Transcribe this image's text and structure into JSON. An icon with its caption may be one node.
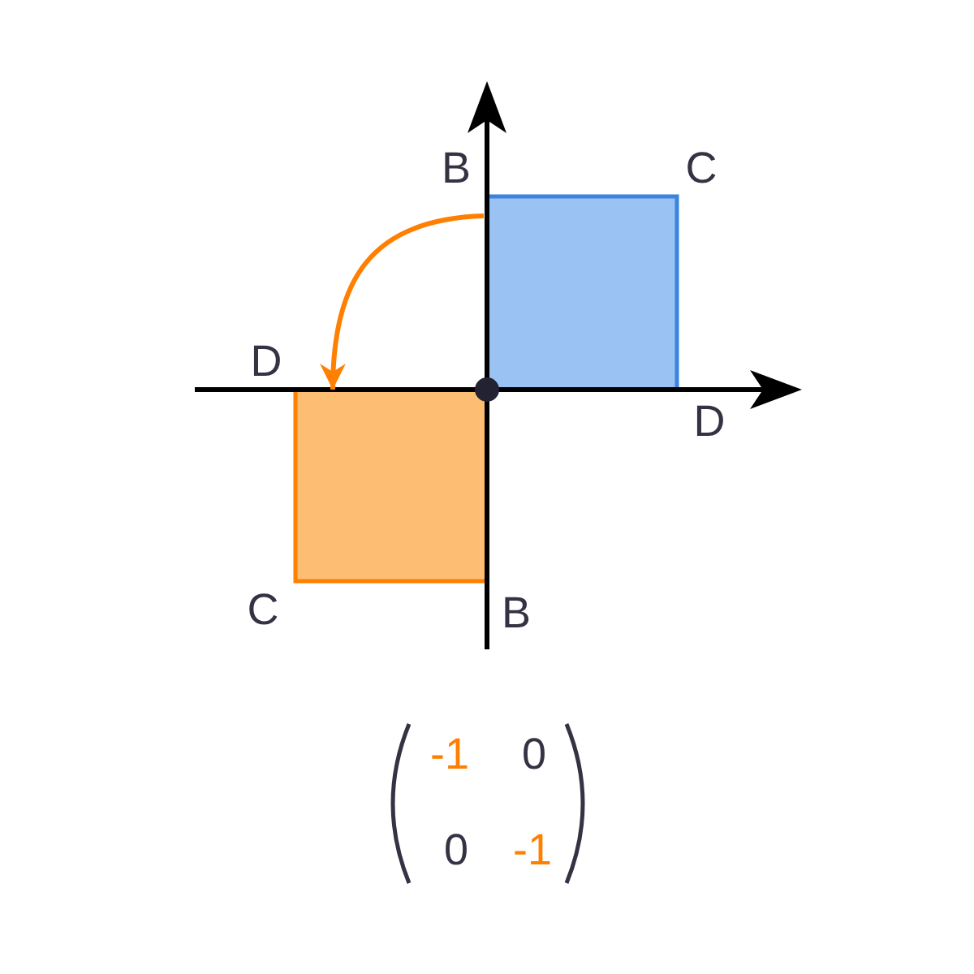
{
  "diagram": {
    "nodes": [
      {
        "text": [],
        "shape": "box"
      },
      {
        "text": [],
        "shape": "box"
      }
    ],
    "edges": [
      {
        "from": 0,
        "to": 1,
        "arrow": "to",
        "color": "#ff7f00"
      }
    ],
    "labels": [
      "B",
      "C",
      "D",
      "D",
      "C",
      "B",
      "-1",
      "0",
      "0",
      "-1"
    ]
  }
}
